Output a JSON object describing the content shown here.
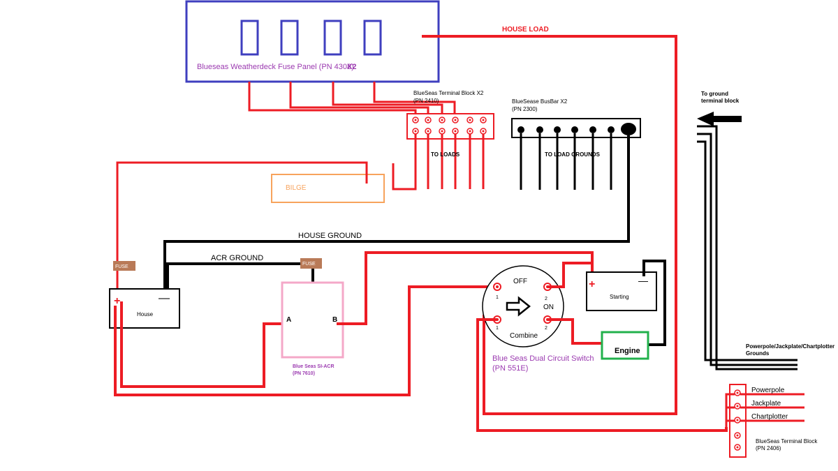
{
  "colors": {
    "positive_wire": "#ed1c24",
    "ground_wire": "#000000",
    "fuse_panel_border": "#3f3fbf",
    "bilge_border": "#f7a35c",
    "acr_border": "#f4a8c8",
    "engine_border": "#22b14c",
    "fuse_fill": "#b97a57",
    "purple_text": "#9b3ab0"
  },
  "fuse_panel": {
    "label": "Blueseas Weatherdeck  Fuse Panel (PN 4308)",
    "qty": "X2"
  },
  "house_load_label": "HOUSE LOAD",
  "terminal_block_top": {
    "label": "BlueSeas Terminal Block X2",
    "pn": "(PN 2410)",
    "loads_label": "TO LOADS"
  },
  "busbar": {
    "label": "BlueSease BusBar X2",
    "pn": "(PN 2300)",
    "grounds_label": "TO LOAD GROUNDS"
  },
  "bilge_label": "BILGE",
  "house_ground_label": "HOUSE GROUND",
  "acr_ground_label": "ACR GROUND",
  "fuse_label": "FUSE",
  "house_battery": {
    "label": "House",
    "plus": "+",
    "minus": "—"
  },
  "acr": {
    "terminal_a": "A",
    "terminal_b": "B",
    "name": "Blue Seas SI-ACR",
    "pn": "(PN 7610)"
  },
  "switch": {
    "off": "OFF",
    "on": "ON",
    "combine": "Combine",
    "t1_top": "1",
    "t2_top": "2",
    "t1_bottom": "1",
    "t2_bottom": "2",
    "name": "Blue Seas Dual Circuit Switch",
    "pn": "(PN 551E)"
  },
  "starting_battery": {
    "label": "Starting",
    "plus": "+",
    "minus": "—"
  },
  "engine_label": "Engine",
  "to_ground": {
    "line1": "To ground",
    "line2": "terminal block"
  },
  "electronics_grounds": {
    "line1": "Powerpole/Jackplate/Chartplotter",
    "line2": "Grounds"
  },
  "terminal_block_bottom": {
    "items": [
      "Powerpole",
      "Jackplate",
      "Chartplotter"
    ],
    "label": "BlueSeas Terminal Block",
    "pn": "(PN 2406)"
  }
}
